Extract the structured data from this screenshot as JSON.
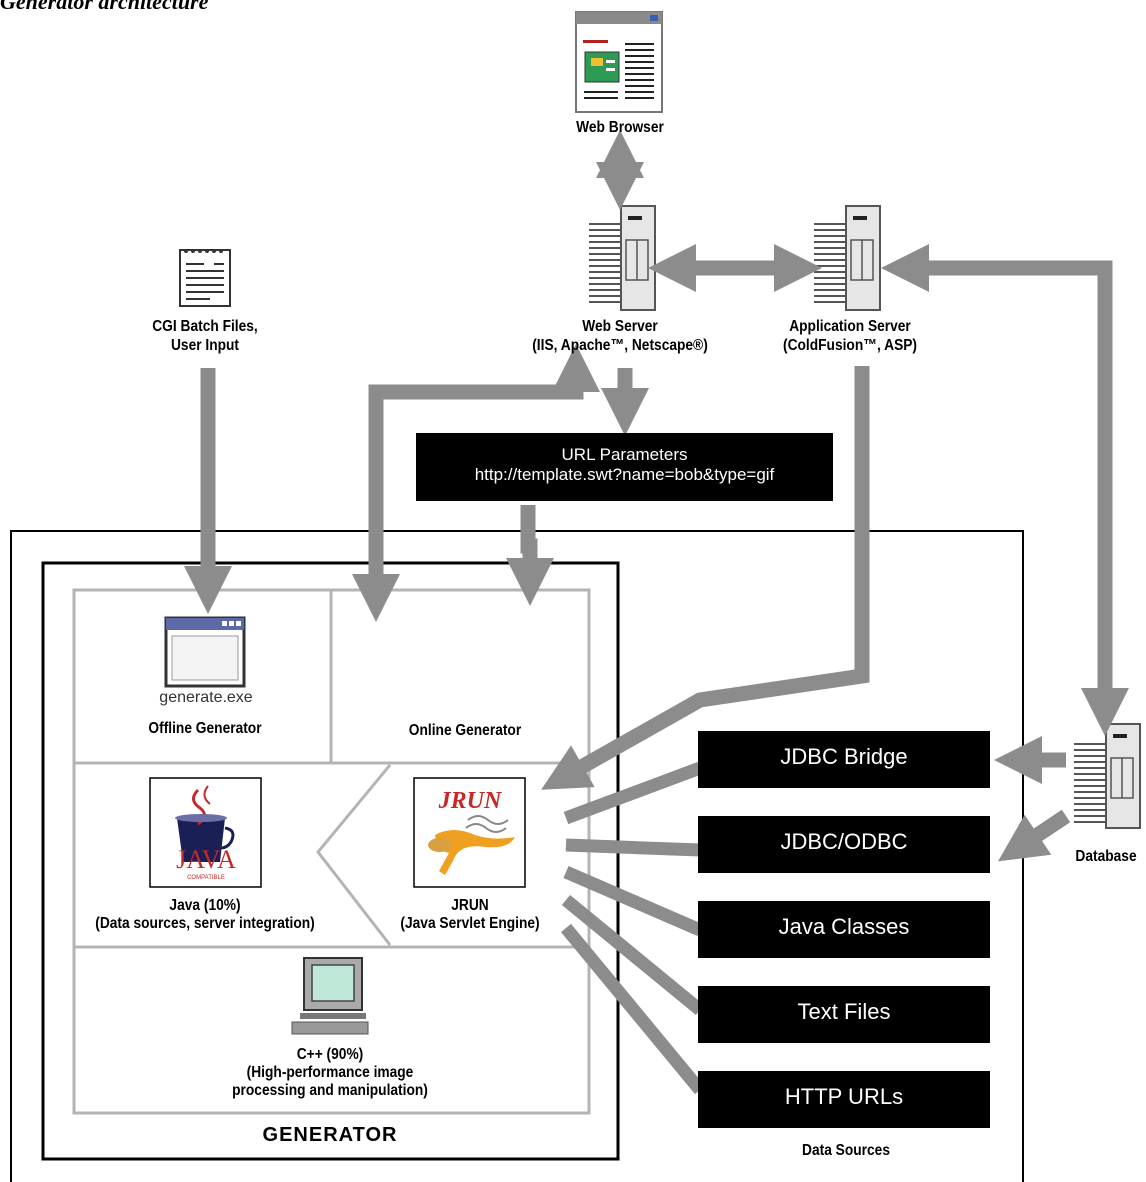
{
  "title": "Generator architecture",
  "nodes": {
    "web_browser": "Web Browser",
    "cgi_line1": "CGI Batch Files,",
    "cgi_line2": "User Input",
    "web_server_line1": "Web Server",
    "web_server_line2": "(IIS, Apache™, Netscape®)",
    "app_server_line1": "Application Server",
    "app_server_line2": "(ColdFusion™, ASP)",
    "url_params_line1": "URL Parameters",
    "url_params_line2": "http://template.swt?name=bob&type=gif",
    "generate_exe": "generate.exe",
    "offline_generator": "Offline Generator",
    "online_generator": "Online Generator",
    "java_line1": "Java (10%)",
    "java_line2": "(Data sources, server integration)",
    "java_logo_text": "JAVA",
    "java_logo_sub": "COMPATIBLE",
    "jrun_line1": "JRUN",
    "jrun_line2": "(Java Servlet Engine)",
    "jrun_logo_text": "JRUN",
    "cpp_line1": "C++ (90%)",
    "cpp_line2": "(High-performance image",
    "cpp_line3": "processing and manipulation)",
    "generator_label": "GENERATOR",
    "database": "Database",
    "data_sources": "Data Sources"
  },
  "data_sources": [
    "JDBC Bridge",
    "JDBC/ODBC",
    "Java Classes",
    "Text Files",
    "HTTP URLs"
  ],
  "colors": {
    "arrow": "#8c8c8c",
    "panel_border": "#b4b4b4",
    "block": "#000000",
    "screen": "#bfe8d8"
  }
}
